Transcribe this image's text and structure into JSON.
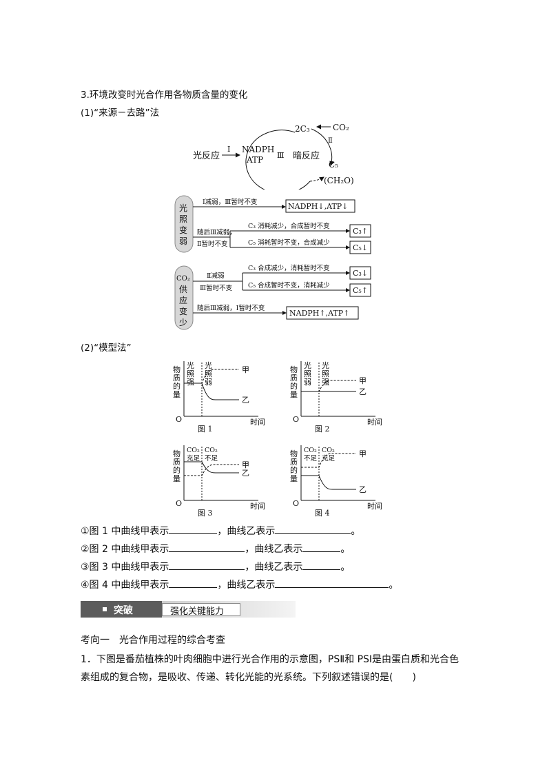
{
  "section3": {
    "heading": "3.环境改变时光合作用各物质含量的变化",
    "method1": "(1)“来源－去路”法",
    "method2": "(2)“模型法”"
  },
  "cycle": {
    "light_reaction": "光反应",
    "arrow_I": "Ⅰ",
    "nadph": "NADPH",
    "atp": "ATP",
    "label_III": "Ⅲ",
    "dark_reaction": "暗反应",
    "c3": "2C₃",
    "co2": "CO₂",
    "label_II": "Ⅱ",
    "c5": "C₅",
    "ch2o": "(CH₂O)"
  },
  "flow_light": {
    "cause": "光照变弱",
    "branch1": "Ⅰ减弱，Ⅲ暂时不变",
    "result1": "NADPH↓,ATP↓",
    "branch2a": "随后Ⅲ减弱，",
    "branch2b": "Ⅱ暂时不变",
    "sub1": "C₃ 消耗减少，合成暂时不变",
    "res_sub1": "C₃↑",
    "sub2": "C₅ 消耗暂时不变，合成减少",
    "res_sub2": "C₅↓"
  },
  "flow_co2": {
    "cause_line1": "CO₂",
    "cause_line2": "供应变少",
    "branch1a": "Ⅱ减弱",
    "branch1b": "Ⅲ暂时不变",
    "sub1": "C₃ 合成减少，消耗暂时不变",
    "res_sub1": "C₃↓",
    "sub2": "C₅ 合成暂时不变，消耗减少",
    "res_sub2": "C₅↑",
    "branch2": "随后Ⅲ减弱，Ⅰ暂时不变",
    "result2": "NADPH↑,ATP↑"
  },
  "chart_data": [
    {
      "type": "line",
      "title": "图 1",
      "ylabel": "物质的量",
      "xlabel": "时间",
      "origin": "O",
      "phase_left": "光照强",
      "phase_right": "光照弱",
      "series": [
        {
          "name": "甲",
          "values": [
            0.6,
            0.6,
            0.85,
            0.85
          ]
        },
        {
          "name": "乙",
          "values": [
            0.6,
            0.6,
            0.3,
            0.3
          ]
        }
      ]
    },
    {
      "type": "line",
      "title": "图 2",
      "ylabel": "物质的量",
      "xlabel": "时间",
      "origin": "O",
      "phase_left": "光照弱",
      "phase_right": "光照强",
      "series": [
        {
          "name": "甲",
          "values": [
            0.45,
            0.45,
            0.65,
            0.65
          ]
        },
        {
          "name": "乙",
          "values": [
            0.45,
            0.45,
            0.45,
            0.45
          ]
        }
      ]
    },
    {
      "type": "line",
      "title": "图 3",
      "ylabel": "物质的量",
      "xlabel": "时间",
      "origin": "O",
      "phase_left": "CO₂充足",
      "phase_right": "CO₂不足",
      "series": [
        {
          "name": "甲",
          "values": [
            0.45,
            0.45,
            0.65,
            0.65
          ]
        },
        {
          "name": "乙",
          "values": [
            0.7,
            0.7,
            0.5,
            0.5
          ]
        }
      ]
    },
    {
      "type": "line",
      "title": "图 4",
      "ylabel": "物质的量",
      "xlabel": "时间",
      "origin": "O",
      "phase_left": "CO₂不足",
      "phase_right": "CO₂充足",
      "series": [
        {
          "name": "甲",
          "values": [
            0.6,
            0.6,
            0.85,
            0.85
          ]
        },
        {
          "name": "乙",
          "values": [
            0.45,
            0.45,
            0.2,
            0.2
          ]
        }
      ]
    }
  ],
  "questions": {
    "q1_a": "①图 1 中曲线甲表示",
    "q1_b": "，曲线乙表示",
    "q1_end": "。",
    "q2_a": "②图 2 中曲线甲表示",
    "q2_b": "，曲线乙表示",
    "q2_end": "。",
    "q3_a": "③图 3 中曲线甲表示",
    "q3_b": "，曲线乙表示",
    "q3_end": "。",
    "q4_a": "④图 4 中曲线甲表示",
    "q4_b": "，曲线乙表示",
    "q4_end": "。"
  },
  "banner": {
    "label": "突破",
    "subtitle": "强化关键能力"
  },
  "exam": {
    "direction": "考向一　光合作用过程的综合考查",
    "q1_line1": "1．下图是番茄植株的叶肉细胞中进行光合作用的示意图，PSⅡ和 PSⅠ是由蛋白质和光合色",
    "q1_line2": "素组成的复合物，是吸收、传递、转化光能的光系统。下列叙述错误的是(　　)"
  }
}
